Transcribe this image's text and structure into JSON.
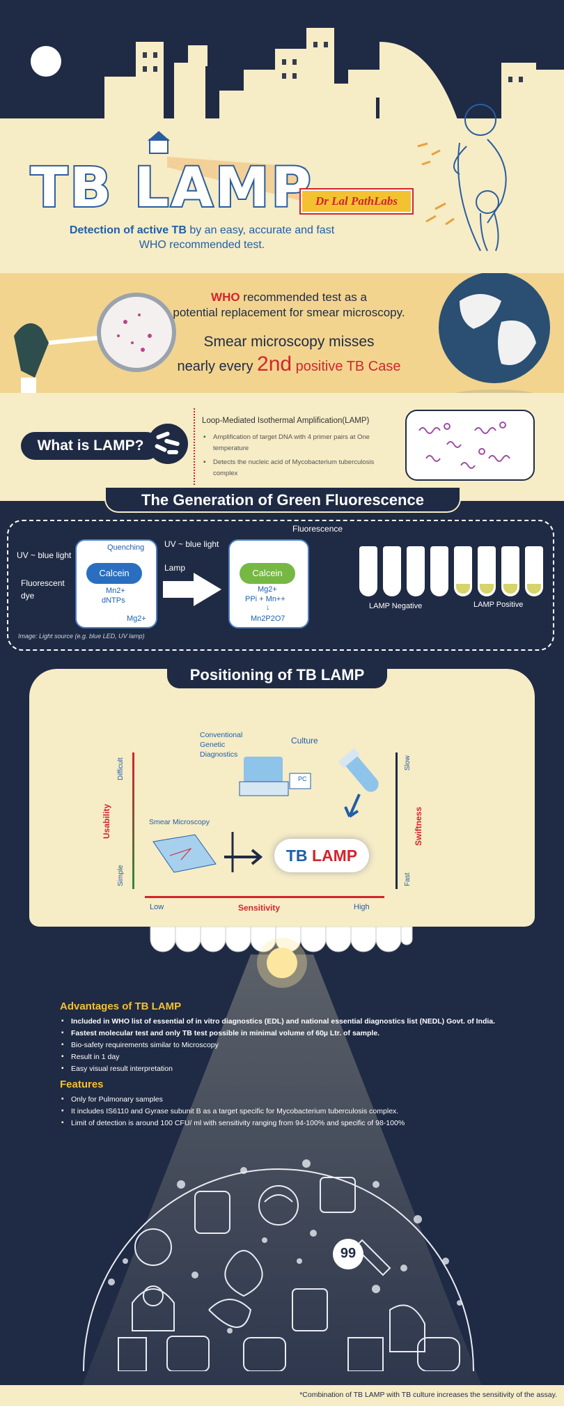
{
  "hero": {
    "title_tb": "TB L",
    "title_a": "A",
    "title_mp": "MP",
    "brand": "Dr Lal PathLabs",
    "tagline_lead": "Detection of active TB",
    "tagline_rest": " by an easy, accurate and fast",
    "tagline_line2": "WHO recommended test."
  },
  "who": {
    "line1_who": "WHO",
    "line1_rest": " recommended test as a",
    "line2": "potential replacement for smear microscopy.",
    "line3": "Smear microscopy misses",
    "line4_pre": "nearly every ",
    "line4_num": "2nd",
    "line4_post": " positive TB Case"
  },
  "lamp": {
    "question": "What is LAMP?",
    "heading": "Loop-Mediated Isothermal Amplification(LAMP)",
    "bullets": [
      "Amplification of target DNA with 4 primer pairs at One temperature",
      "Detects the nucleic acid of Mycobacterium tuberculosis complex"
    ]
  },
  "fluor": {
    "title": "The Generation of Green Fluorescence",
    "uv1": "UV ~ blue light",
    "dye": "Fluorescent dye",
    "quenching": "Quenching",
    "calcein": "Calcein",
    "mn": "Mn2+",
    "dntps": "dNTPs",
    "mg": "Mg2+",
    "uv2": "UV ~ blue light",
    "lamp": "Lamp",
    "fluorescence": "Fluorescence",
    "calcein2": "Calcein",
    "mg2": "Mg2+",
    "ppi": "PPi + Mn++",
    "product": "Mn2P2O7",
    "caption": "Image: Light source (e.g. blue LED, UV lamp)",
    "neg": "LAMP Negative",
    "posl": "LAMP Positive"
  },
  "positioning": {
    "title": "Positioning of TB LAMP",
    "conventional": "Conventional Genetic Diagnostics",
    "culture": "Culture",
    "pc": "PC",
    "smear": "Smear Microscopy",
    "tb": "TB",
    "lamp": "LAMP",
    "difficult": "Difficult",
    "usability": "Usability",
    "simple": "Simple",
    "slow": "Slow",
    "swiftness": "Swiftness",
    "fast": "Fast",
    "low": "Low",
    "sensitivity": "Sensitivity",
    "high": "High"
  },
  "advantages": {
    "heading": "Advantages of TB LAMP",
    "items": [
      "Included in WHO list of essential of in vitro diagnostics (EDL) and national essential diagnostics list (NEDL) Govt. of India.",
      "Fastest molecular test and only TB test possible in minimal volume of 60µ Ltr. of sample.",
      "Bio-safety requirements similar to Microscopy",
      "Result in 1 day",
      "Easy visual result interpretation"
    ]
  },
  "features": {
    "heading": "Features",
    "items": [
      "Only for Pulmonary samples",
      "It includes IS6110 and Gyrase subunit B as a target specific for Mycobacterium tuberculosis complex.",
      "Limit of detection is around 100 CFU/  ml with sensitivity ranging from 94-100% and specific of 98-100%"
    ]
  },
  "illustration": {
    "number": "99"
  },
  "footnote": "*Combination of TB LAMP with TB culture increases the sensitivity of the assay.",
  "colors": {
    "navy": "#1f2a44",
    "cream": "#f6ecc6",
    "blue": "#1f5fa8",
    "red": "#d2252c",
    "gold": "#f2c230"
  }
}
